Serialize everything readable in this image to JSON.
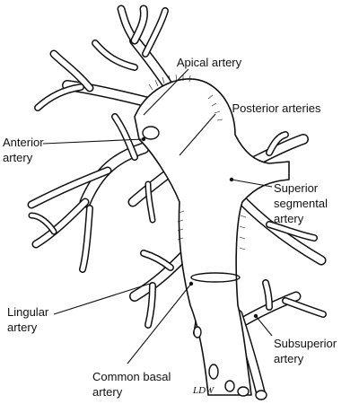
{
  "labels": {
    "apical": [
      "Apical artery"
    ],
    "posterior": [
      "Posterior arteries"
    ],
    "anterior": [
      "Anterior",
      "artery"
    ],
    "superior_segmental": [
      "Superior",
      "segmental",
      "artery"
    ],
    "lingular": [
      "Lingular",
      "artery"
    ],
    "subsuperior": [
      "Subsuperior",
      "artery"
    ],
    "common_basal": [
      "Common basal",
      "artery"
    ]
  },
  "signature": "LDW"
}
